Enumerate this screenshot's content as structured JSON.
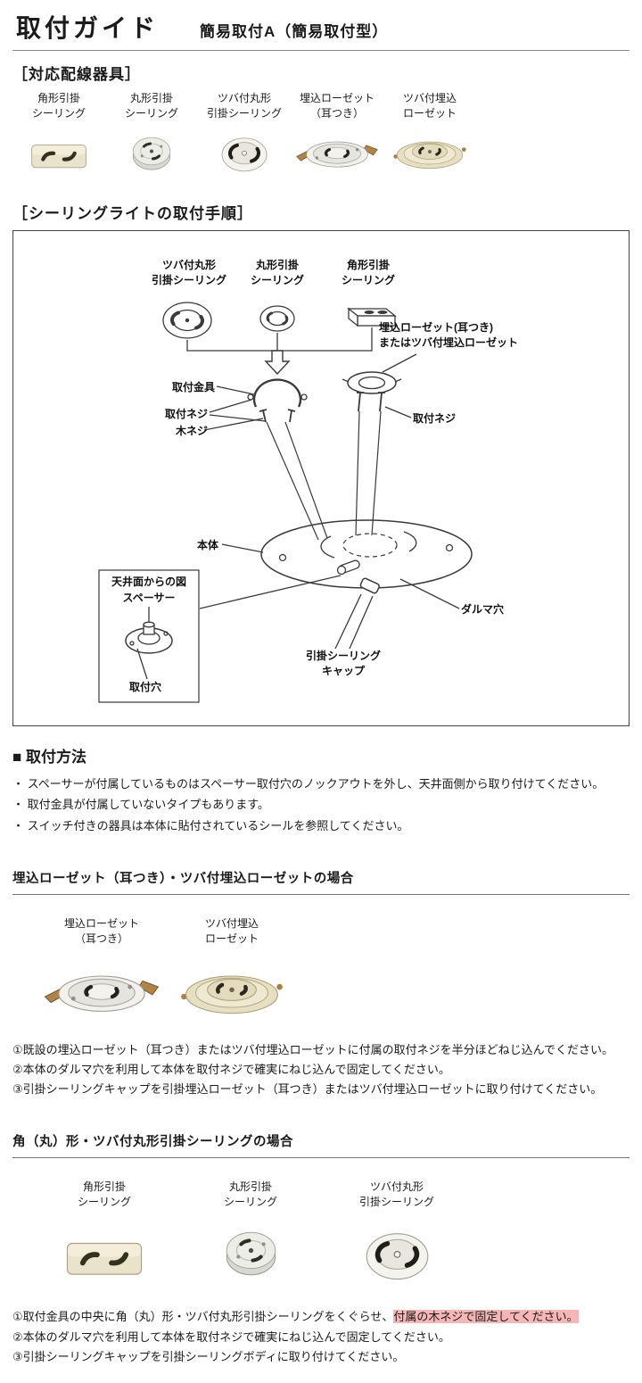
{
  "header": {
    "title": "取付ガイド",
    "subtitle": "簡易取付A（簡易取付型）"
  },
  "compatible_devices": {
    "heading": "［対応配線器具］",
    "items": [
      {
        "label": "角形引掛\nシーリング",
        "type": "square-hook-ceiling"
      },
      {
        "label": "丸形引掛\nシーリング",
        "type": "round-hook-ceiling"
      },
      {
        "label": "ツバ付丸形\n引掛シーリング",
        "type": "flanged-round-hook-ceiling"
      },
      {
        "label": "埋込ローゼット\n（耳つき）",
        "type": "embedded-rosette-with-ears"
      },
      {
        "label": "ツバ付埋込\nローゼット",
        "type": "flanged-embedded-rosette"
      }
    ]
  },
  "procedure_diagram": {
    "heading": "［シーリングライトの取付手順］",
    "labels": {
      "flanged_round": "ツバ付丸形\n引掛シーリング",
      "round": "丸形引掛\nシーリング",
      "square": "角形引掛\nシーリング",
      "rosette_note": "埋込ローゼット(耳つき)\nまたはツバ付埋込ローゼット",
      "bracket": "取付金具",
      "mount_screw_left": "取付ネジ",
      "wood_screw": "木ネジ",
      "mount_screw_right": "取付ネジ",
      "body": "本体",
      "ceiling_view": "天井面からの図",
      "spacer": "スペーサー",
      "mount_hole": "取付穴",
      "daruma_hole": "ダルマ穴",
      "hook_cap": "引掛シーリング\nキャップ"
    }
  },
  "method": {
    "heading": "■ 取付方法",
    "bullets": [
      "・ スペーサーが付属しているものはスペーサー取付穴のノックアウトを外し、天井面側から取り付けてください。",
      "・ 取付金具が付属していないタイプもあります。",
      "・ スイッチ付きの器具は本体に貼付されているシールを参照してください。"
    ]
  },
  "rosette_case": {
    "heading": "埋込ローゼット（耳つき）・ツバ付埋込ローゼットの場合",
    "items": [
      {
        "label": "埋込ローゼット\n（耳つき）"
      },
      {
        "label": "ツバ付埋込\nローゼット"
      }
    ],
    "steps": [
      "①既設の埋込ローゼット（耳つき）またはツバ付埋込ローゼットに付属の取付ネジを半分ほどねじ込んでください。",
      "②本体のダルマ穴を利用して本体を取付ネジで確実にねじ込んで固定してください。",
      "③引掛シーリングキャップを引掛埋込ローゼット（耳つき）またはツバ付埋込ローゼットに取り付けてください。"
    ]
  },
  "hook_case": {
    "heading": "角（丸）形・ツバ付丸形引掛シーリングの場合",
    "items": [
      {
        "label": "角形引掛\nシーリング"
      },
      {
        "label": "丸形引掛\nシーリング"
      },
      {
        "label": "ツバ付丸形\n引掛シーリング"
      }
    ],
    "step1_prefix": "①取付金具の中央に角（丸）形・ツバ付丸形引掛シーリングをくぐらせ、",
    "step1_highlight": "付属の木ネジで固定してください。",
    "steps_rest": [
      "②本体のダルマ穴を利用して本体を取付ネジで確実にねじ込んで固定してください。",
      "③引掛シーリングキャップを引掛シーリングボディに取り付けてください。"
    ]
  },
  "colors": {
    "highlight": "#f7b6b6"
  }
}
